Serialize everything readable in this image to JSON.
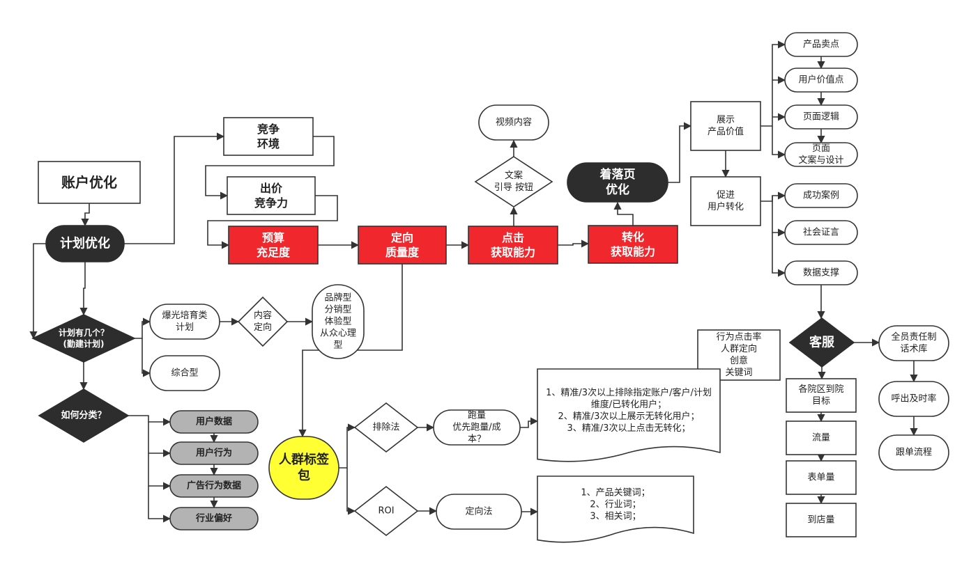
{
  "nodes": {
    "account": {
      "lines": [
        "账户优化"
      ]
    },
    "plan": {
      "lines": [
        "计划优化"
      ]
    },
    "compete_env": {
      "lines": [
        "竞争",
        "环境"
      ]
    },
    "bid": {
      "lines": [
        "出价",
        "竞争力"
      ]
    },
    "budget": {
      "lines": [
        "预算",
        "充足度"
      ]
    },
    "targeting_quality": {
      "lines": [
        "定向",
        "质量度"
      ]
    },
    "click": {
      "lines": [
        "点击",
        "获取能力"
      ]
    },
    "conversion": {
      "lines": [
        "转化",
        "获取能力"
      ]
    },
    "landing": {
      "lines": [
        "着落页",
        "优化"
      ]
    },
    "copy_button": {
      "lines": [
        "文案",
        "引导 按钮"
      ]
    },
    "video": {
      "lines": [
        "视频内容"
      ]
    },
    "show_value": {
      "lines": [
        "展示",
        "产品价值"
      ]
    },
    "promote": {
      "lines": [
        "促进",
        "用户转化"
      ]
    },
    "selling": {
      "lines": [
        "产品卖点"
      ]
    },
    "user_value": {
      "lines": [
        "用户价值点"
      ]
    },
    "page_logic": {
      "lines": [
        "页面逻辑"
      ]
    },
    "page_design": {
      "lines": [
        "页面",
        "文案与设计"
      ]
    },
    "success_case": {
      "lines": [
        "成功案例"
      ]
    },
    "social_proof": {
      "lines": [
        "社会证言"
      ]
    },
    "data_support": {
      "lines": [
        "数据支撑"
      ]
    },
    "customer_service": {
      "lines": [
        "客服"
      ]
    },
    "script_lib": {
      "lines": [
        "全员责任制",
        "话术库"
      ]
    },
    "callout": {
      "lines": [
        "呼出及时率"
      ]
    },
    "follow": {
      "lines": [
        "跟单流程"
      ]
    },
    "campus": {
      "lines": [
        "各院区到院",
        "目标"
      ]
    },
    "traffic": {
      "lines": [
        "流量"
      ]
    },
    "forms": {
      "lines": [
        "表单量"
      ]
    },
    "visits": {
      "lines": [
        "到店量"
      ]
    },
    "plan_count": {
      "lines": [
        "计划有几个？",
        "(勤建计划)"
      ]
    },
    "exposure": {
      "lines": [
        "爆光培育类",
        "计划"
      ]
    },
    "comprehensive": {
      "lines": [
        "综合型"
      ]
    },
    "content_target": {
      "lines": [
        "内容",
        "定向"
      ]
    },
    "types": {
      "lines": [
        "品牌型",
        "分销型",
        "体验型",
        "从众心理",
        "型"
      ]
    },
    "classify": {
      "lines": [
        "如何分类？"
      ]
    },
    "user_data": {
      "lines": [
        "用户数据"
      ]
    },
    "user_behavior": {
      "lines": [
        "用户行为"
      ]
    },
    "ad_behavior": {
      "lines": [
        "广告行为数据"
      ]
    },
    "industry": {
      "lines": [
        "行业偏好"
      ]
    },
    "crowd_tag": {
      "lines": [
        "人群标签",
        "包"
      ]
    },
    "exclude": {
      "lines": [
        "排除法"
      ]
    },
    "roi": {
      "lines": [
        "ROI"
      ]
    },
    "run_volume": {
      "lines": [
        "跑量",
        "优先跑量/成",
        "本？"
      ]
    },
    "target_method": {
      "lines": [
        "定向法"
      ]
    },
    "behavior_box": {
      "lines": [
        "行为点击率",
        "人群定向",
        "创意",
        "关键词"
      ]
    },
    "exclude_doc": {
      "lines": [
        "1、精准/3次以上排除指定账户/客户/计划",
        "维度/已转化用户；",
        "2、精准/3次以上展示无转化用户；",
        "3、精准/3次以上点击无转化；"
      ]
    },
    "keyword_doc": {
      "lines": [
        "1、产品关键词；",
        "2、行业词；",
        "3、相关词；"
      ]
    }
  },
  "colors": {
    "red": "#f0282d",
    "dark": "#2d2d2d",
    "yellow": "#ffff33",
    "gray": "#b3b3b3",
    "stroke": "#333333",
    "white": "#ffffff"
  }
}
